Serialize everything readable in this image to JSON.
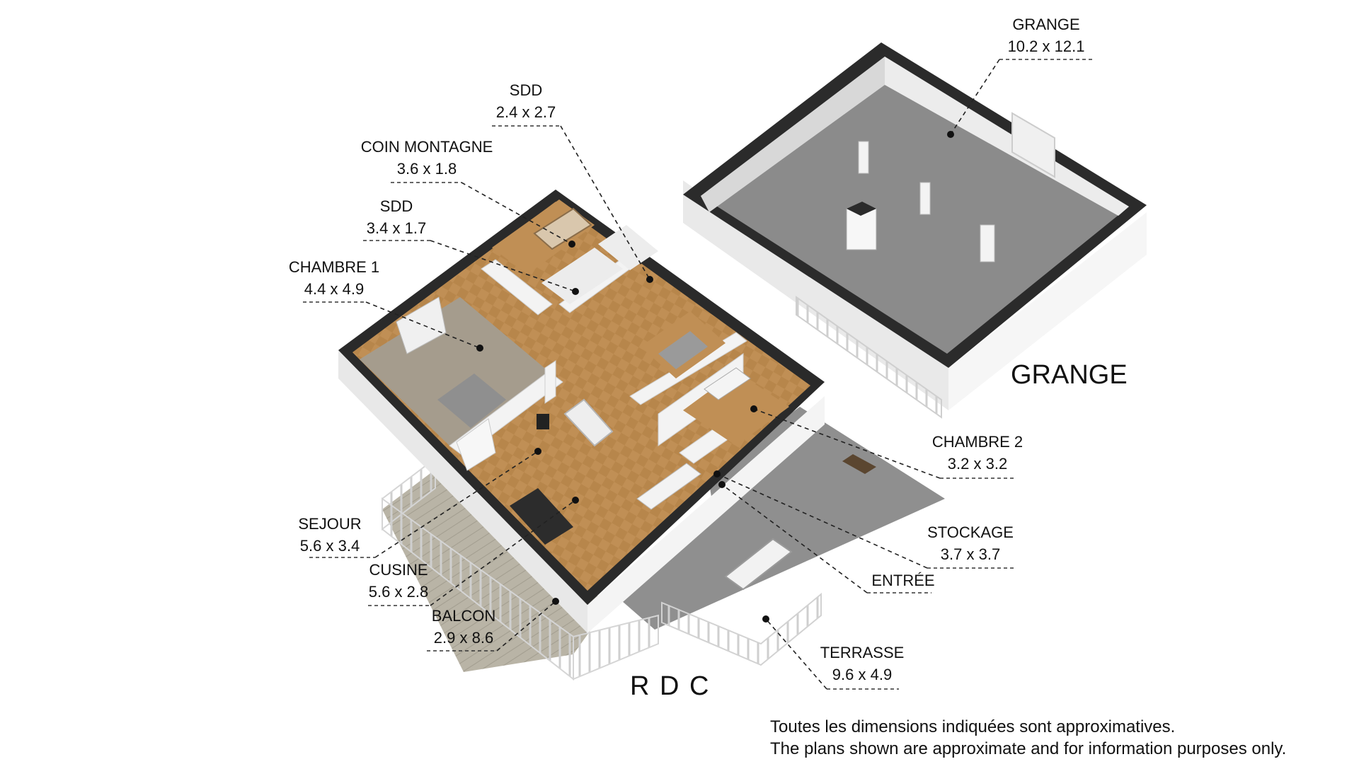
{
  "sections": {
    "rdc": "R D C",
    "grange": "GRANGE"
  },
  "rooms": [
    {
      "id": "grange",
      "name": "GRANGE",
      "dims": "10.2 x 12.1"
    },
    {
      "id": "sdd-top",
      "name": "SDD",
      "dims": "2.4 x 2.7"
    },
    {
      "id": "coin-montagne",
      "name": "COIN MONTAGNE",
      "dims": "3.6 x 1.8"
    },
    {
      "id": "sdd",
      "name": "SDD",
      "dims": "3.4 x 1.7"
    },
    {
      "id": "chambre-1",
      "name": "CHAMBRE 1",
      "dims": "4.4 x 4.9"
    },
    {
      "id": "chambre-2",
      "name": "CHAMBRE 2",
      "dims": "3.2 x 3.2"
    },
    {
      "id": "stockage",
      "name": "STOCKAGE",
      "dims": "3.7 x 3.7"
    },
    {
      "id": "entree",
      "name": "ENTRÉE",
      "dims": ""
    },
    {
      "id": "sejour",
      "name": "SEJOUR",
      "dims": "5.6 x 3.4"
    },
    {
      "id": "cusine",
      "name": "CUSINE",
      "dims": "5.6 x 2.8"
    },
    {
      "id": "balcon",
      "name": "BALCON",
      "dims": "2.9 x 8.6"
    },
    {
      "id": "terrasse",
      "name": "TERRASSE",
      "dims": "9.6 x 4.9"
    }
  ],
  "disclaimer": {
    "fr": "Toutes les dimensions indiquées sont approximatives.",
    "en": "The plans shown are approximate and for information purposes only."
  },
  "colors": {
    "wall_top": "#2a2a2a",
    "wall_side": "#f2f2f2",
    "wood_floor": "#b8874c",
    "carpet": "#a39a8c",
    "concrete": "#8a8a8a",
    "deck": "#b5b0a2",
    "terrace": "#8e8e8e"
  }
}
